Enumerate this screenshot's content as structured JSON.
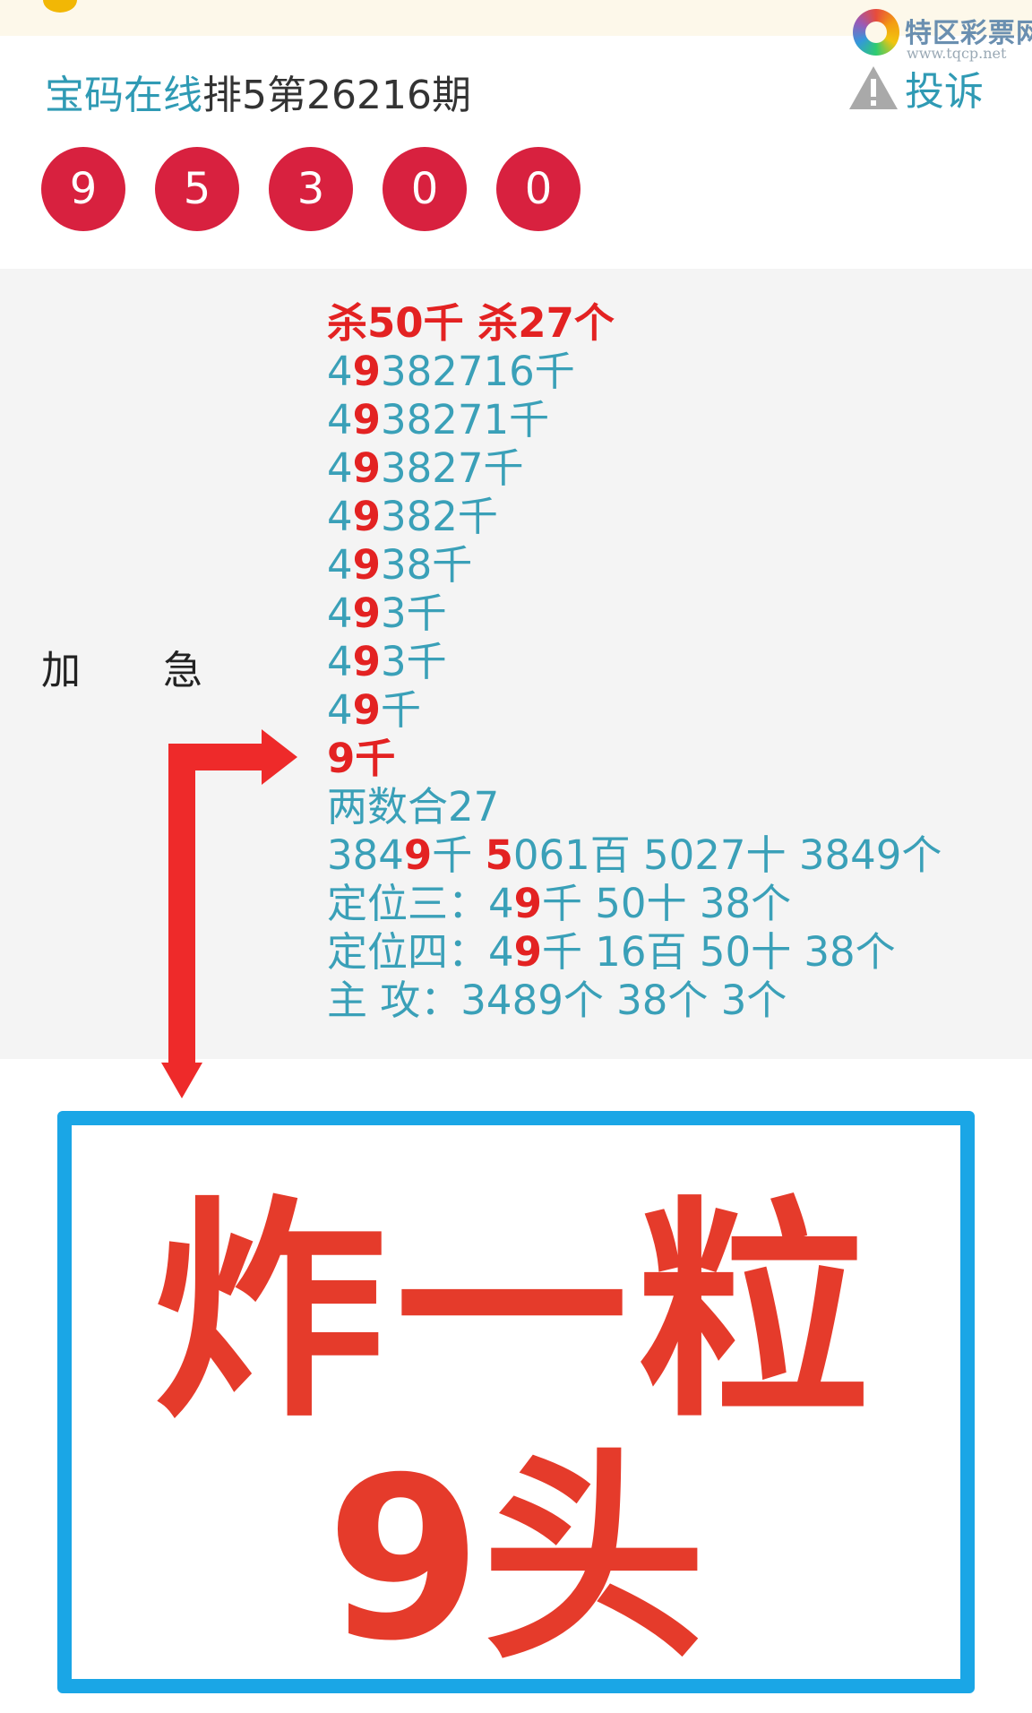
{
  "header": {
    "site_name": "宝码在线",
    "issue_title": "排5第26216期",
    "complain_label": "投诉"
  },
  "watermark": {
    "name": "特区彩票网",
    "url": "www.tqcp.net"
  },
  "draw": {
    "numbers": [
      "9",
      "5",
      "3",
      "0",
      "0"
    ],
    "ball_color": "#d8213f"
  },
  "side_label": {
    "left": "加",
    "right": "急"
  },
  "predictions": {
    "kill_line": "杀50千 杀27个",
    "lines": [
      {
        "a": "4",
        "b": "9",
        "c": "382716千"
      },
      {
        "a": "4",
        "b": "9",
        "c": "38271千"
      },
      {
        "a": "4",
        "b": "9",
        "c": "3827千"
      },
      {
        "a": "4",
        "b": "9",
        "c": "382千"
      },
      {
        "a": "4",
        "b": "9",
        "c": "38千"
      },
      {
        "a": "4",
        "b": "9",
        "c": "3千"
      },
      {
        "a": "4",
        "b": "9",
        "c": "3千"
      },
      {
        "a": "4",
        "b": "9",
        "c": "千"
      },
      {
        "a": "",
        "b": "9",
        "c": "千"
      }
    ],
    "sum_line": "两数合27",
    "combo_line": {
      "p1": "384",
      "p2": "9",
      "p3": "千 ",
      "p4": "5",
      "p5": "061百 5027十 3849个"
    },
    "pos3_line": {
      "p1": "定位三：4",
      "p2": "9",
      "p3": "千 50十 38个"
    },
    "pos4_line": {
      "p1": "定位四：4",
      "p2": "9",
      "p3": "千 16百 50十 38个"
    },
    "main_line": "主 攻：3489个 38个 3个"
  },
  "banner": {
    "line1": "炸一粒",
    "line2": "9头"
  },
  "colors": {
    "accent_teal": "#3aa0b8",
    "highlight_red": "#e32222",
    "banner_red": "#e53b2b",
    "banner_border": "#1aa6e6"
  }
}
